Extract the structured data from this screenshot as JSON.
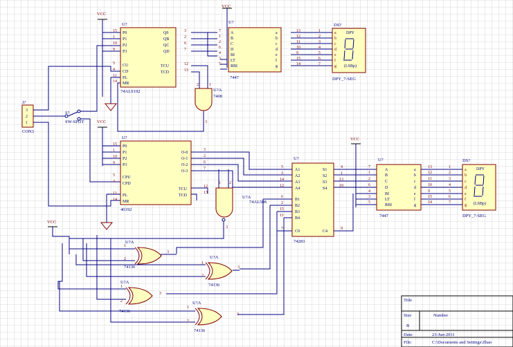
{
  "power": {
    "vcc": "VCC"
  },
  "con": {
    "ref": "J?",
    "name": "CON3",
    "pins": [
      "3",
      "2",
      "1"
    ]
  },
  "sw": {
    "ref": "S?",
    "name": "SW-SPDT"
  },
  "u_top": {
    "ref": "U?",
    "name": "74ALS192",
    "left_pins": [
      "P0",
      "P1",
      "P2",
      "P3",
      "CU",
      "CD",
      "PL",
      "MR"
    ],
    "right_pins": [
      "Q0",
      "QB",
      "QC",
      "QD",
      "TCU",
      "TCD"
    ],
    "left_nums": [
      "15",
      "1",
      "10",
      "9",
      "5",
      "4",
      "11",
      "14"
    ],
    "right_nums": [
      "3",
      "2",
      "6",
      "7",
      "12",
      "13"
    ]
  },
  "and_top": {
    "ref": "U?A",
    "name": "7408",
    "nums": [
      "1",
      "2",
      "3"
    ]
  },
  "dec_top": {
    "ref": "U?",
    "name": "7447",
    "left_pins": [
      "A",
      "B",
      "C",
      "D",
      "BI",
      "LT",
      "RBI"
    ],
    "right_pins": [
      "a",
      "b",
      "c",
      "d",
      "e",
      "f",
      "g"
    ],
    "left_nums": [
      "7",
      "1",
      "2",
      "6",
      "4",
      "3",
      "5"
    ],
    "right_nums": [
      "13",
      "12",
      "11",
      "10",
      "9",
      "15",
      "14"
    ]
  },
  "ds_top": {
    "ref": "DS?",
    "name": "DPY_7-SEG",
    "inner_title": "DPY",
    "inner_sub": "(LSBp)",
    "nums": [
      "1",
      "2",
      "3",
      "4",
      "5",
      "6",
      "7"
    ],
    "segs": [
      "a",
      "b",
      "c",
      "d",
      "e",
      "f",
      "g"
    ]
  },
  "u_mid": {
    "ref": "U?",
    "name": "40192",
    "left_pins": [
      "P0",
      "P1",
      "P2",
      "P3",
      "CPU",
      "CPD",
      "PL",
      "MR"
    ],
    "right_pins": [
      "O-0",
      "O-1",
      "O-2",
      "O-3",
      "TCU",
      "TCD"
    ],
    "left_nums": [
      "15",
      "1",
      "10",
      "9",
      "5",
      "4",
      "11",
      "14"
    ],
    "right_nums": [
      "3",
      "2",
      "6",
      "7",
      "12",
      "13"
    ]
  },
  "and_mid": {
    "ref": "U?A",
    "name": "74AL508",
    "nums": [
      "1",
      "2",
      "3"
    ]
  },
  "adder": {
    "ref": "U?",
    "name": "74283",
    "left_pins": [
      "A1",
      "A2",
      "A3",
      "A4",
      "B1",
      "B2",
      "B3",
      "B4",
      "C0"
    ],
    "right_pins": [
      "S1",
      "S2",
      "S3",
      "S4",
      "C4"
    ],
    "left_nums": [
      "5",
      "3",
      "14",
      "12",
      "6",
      "2",
      "15",
      "11",
      "7"
    ],
    "right_nums": [
      "4",
      "1",
      "13",
      "10",
      "9"
    ]
  },
  "dec_mid": {
    "ref": "U?",
    "name": "7447",
    "left_pins": [
      "A",
      "B",
      "C",
      "D",
      "BI",
      "LT",
      "RBI"
    ],
    "right_pins": [
      "a",
      "b",
      "c",
      "d",
      "e",
      "f",
      "g"
    ],
    "left_nums": [
      "7",
      "1",
      "2",
      "6",
      "4",
      "3",
      "5"
    ],
    "right_nums": [
      "13",
      "12",
      "11",
      "10",
      "9",
      "15",
      "14"
    ]
  },
  "ds_mid": {
    "ref": "DS?",
    "name": "DPY_7-SEG",
    "inner_title": "DPY",
    "inner_sub": "(LSBp)",
    "nums": [
      "1",
      "2",
      "3",
      "4",
      "5",
      "6",
      "7"
    ],
    "segs": [
      "a",
      "b",
      "c",
      "d",
      "e",
      "f",
      "g"
    ]
  },
  "xor_gates": [
    {
      "ref": "U?A",
      "name": "74136",
      "nums": [
        "1",
        "2",
        "3"
      ]
    },
    {
      "ref": "U?A",
      "name": "74136",
      "nums": [
        "1",
        "2",
        "3"
      ]
    },
    {
      "ref": "U?A",
      "name": "74136",
      "nums": [
        "1",
        "2",
        "3"
      ]
    },
    {
      "ref": "U?A",
      "name": "74136",
      "nums": [
        "1",
        "2",
        "3"
      ]
    }
  ],
  "title_block": {
    "title_label": "Title",
    "size_label": "Size",
    "number_label": "Number",
    "size_value": "B",
    "date_label": "Date:",
    "date_value": "23-Jun-2011",
    "file_label": "File:",
    "file_value": "C:\\Documents and Settings\\Zhao"
  }
}
